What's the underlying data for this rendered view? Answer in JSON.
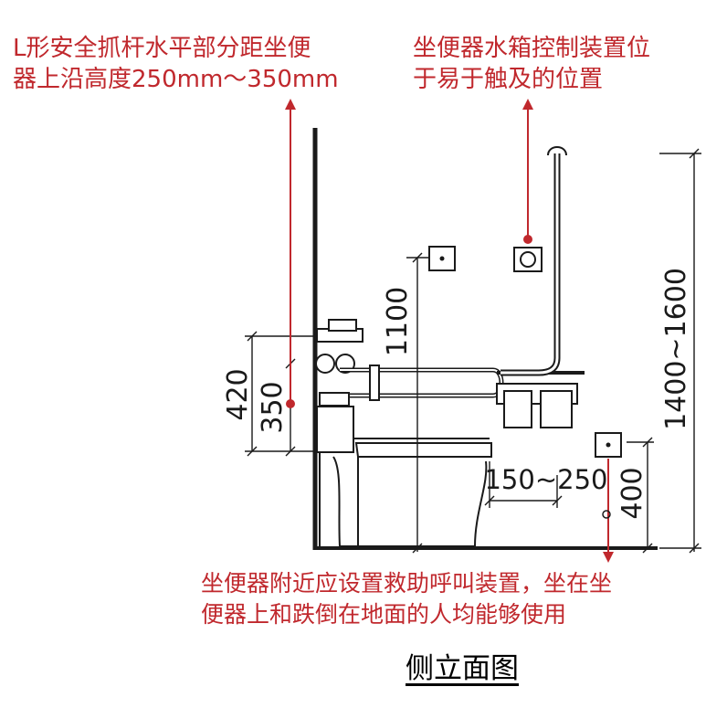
{
  "annotations": {
    "grab_bar": {
      "line1": "L形安全抓杆水平部分距坐便",
      "line2": "器上沿高度250mm～350mm"
    },
    "flush_control": {
      "line1": "坐便器水箱控制装置位",
      "line2": "于易于触及的位置"
    },
    "emergency_call": {
      "line1": "坐便器附近应设置救助呼叫装置，坐在坐",
      "line2": "便器上和跌倒在地面的人均能够使用"
    }
  },
  "dimensions": {
    "d420": "420",
    "d350": "350",
    "d1100": "1100",
    "d1400_1600": "1400~1600",
    "d150_250": "150~250",
    "d400": "400"
  },
  "caption": "侧立面图",
  "colors": {
    "accent": "#c0282d",
    "line": "#1a1a1a"
  }
}
